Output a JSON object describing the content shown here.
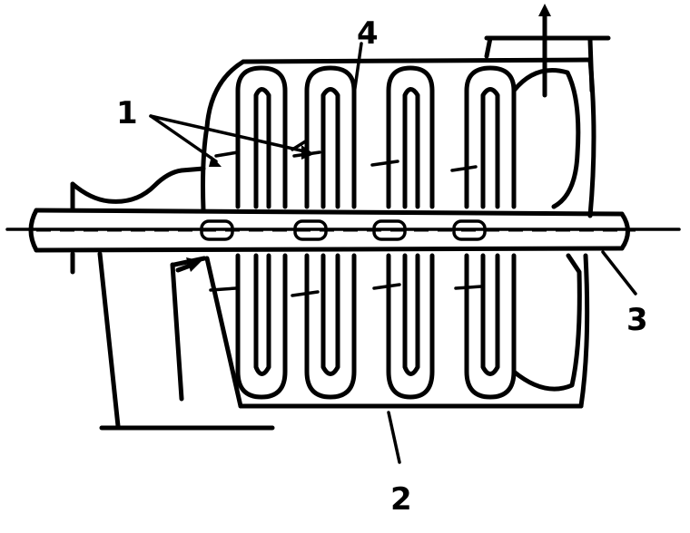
{
  "callouts": {
    "impellers": "1",
    "casing": "2",
    "shaft": "3",
    "guide_channel": "4"
  },
  "icons": {
    "outlet_arrow": "arrow-up-icon",
    "inlet_arrow": "arrow-right-icon"
  },
  "colors": {
    "ink": "#000000",
    "background": "#ffffff"
  }
}
